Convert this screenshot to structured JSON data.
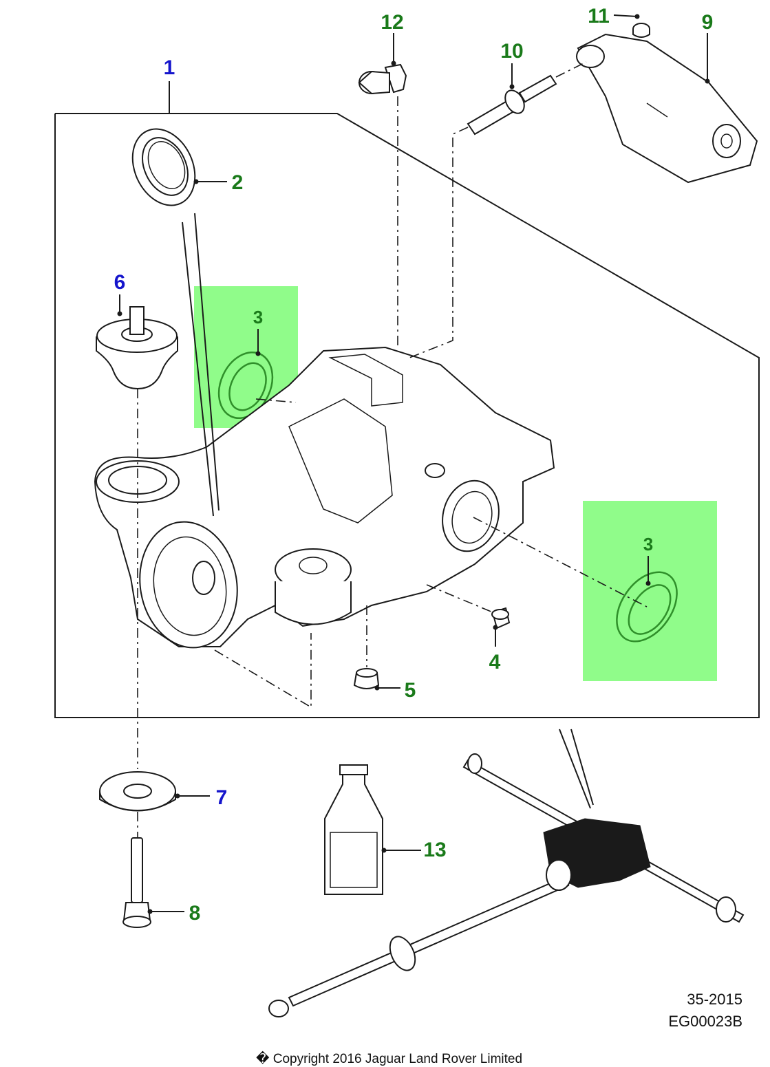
{
  "callouts": [
    {
      "id": "1",
      "color": "#1515cc"
    },
    {
      "id": "2",
      "color": "#1a7a1a"
    },
    {
      "id": "3",
      "color": "#1a7a1a"
    },
    {
      "id": "3",
      "color": "#1a7a1a"
    },
    {
      "id": "4",
      "color": "#1a7a1a"
    },
    {
      "id": "5",
      "color": "#1a7a1a"
    },
    {
      "id": "6",
      "color": "#1515cc"
    },
    {
      "id": "7",
      "color": "#1515cc"
    },
    {
      "id": "8",
      "color": "#1a7a1a"
    },
    {
      "id": "9",
      "color": "#1a7a1a"
    },
    {
      "id": "10",
      "color": "#1a7a1a"
    },
    {
      "id": "11",
      "color": "#1a7a1a"
    },
    {
      "id": "12",
      "color": "#1a7a1a"
    },
    {
      "id": "13",
      "color": "#1a7a1a"
    }
  ],
  "highlight_color": "#7dfc76",
  "figure_code": "35-2015",
  "figure_id": "EG00023B",
  "copyright": "� Copyright  2016  Jaguar Land Rover Limited"
}
